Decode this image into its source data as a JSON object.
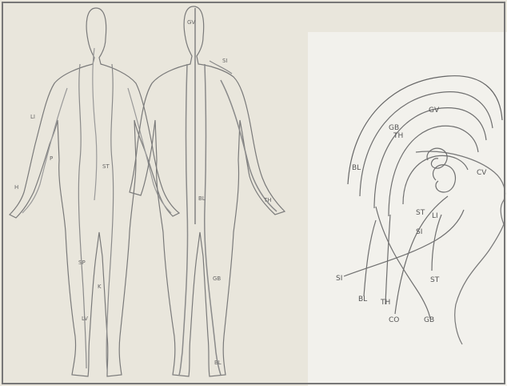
{
  "figure": {
    "front_labels": [
      "LI",
      "P",
      "H",
      "ST",
      "SP",
      "K",
      "LV"
    ],
    "back_labels": [
      "GV",
      "SI",
      "TH",
      "BL",
      "GB",
      "BL"
    ],
    "head_labels": [
      "BL",
      "GB",
      "TH",
      "GV",
      "CV",
      "ST",
      "LI",
      "SI",
      "SI",
      "TH",
      "CO",
      "GB",
      "ST",
      "BL"
    ]
  }
}
